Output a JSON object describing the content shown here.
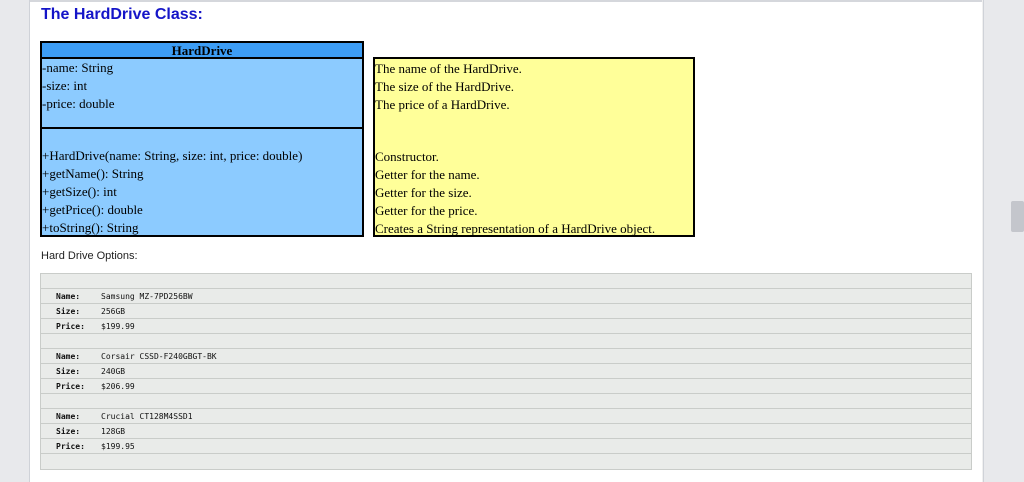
{
  "title": "The HardDrive Class:",
  "uml": {
    "class_name": "HardDrive",
    "attributes": [
      "-name: String",
      "-size: int",
      "-price: double"
    ],
    "methods": [
      "+HardDrive(name: String, size: int, price: double)",
      "+getName(): String",
      "+getSize(): int",
      "+getPrice(): double",
      "+toString(): String"
    ]
  },
  "descriptions": {
    "attributes": [
      "The name of the HardDrive.",
      "The size of the HardDrive.",
      "The price of a HardDrive."
    ],
    "methods": [
      "Constructor.",
      "Getter for the name.",
      "Getter for the size.",
      "Getter for the price.",
      "Creates a String representation of a HardDrive object."
    ]
  },
  "options_label": "Hard Drive Options:",
  "options": [
    {
      "name_label": "Name:",
      "name": "Samsung MZ-7PD256BW",
      "size_label": "Size:",
      "size": "256GB",
      "price_label": "Price:",
      "price": "$199.99"
    },
    {
      "name_label": "Name:",
      "name": "Corsair CSSD-F240GBGT-BK",
      "size_label": "Size:",
      "size": "240GB",
      "price_label": "Price:",
      "price": "$206.99"
    },
    {
      "name_label": "Name:",
      "name": "Crucial CT128M4SSD1",
      "size_label": "Size:",
      "size": "128GB",
      "price_label": "Price:",
      "price": "$199.95"
    }
  ]
}
